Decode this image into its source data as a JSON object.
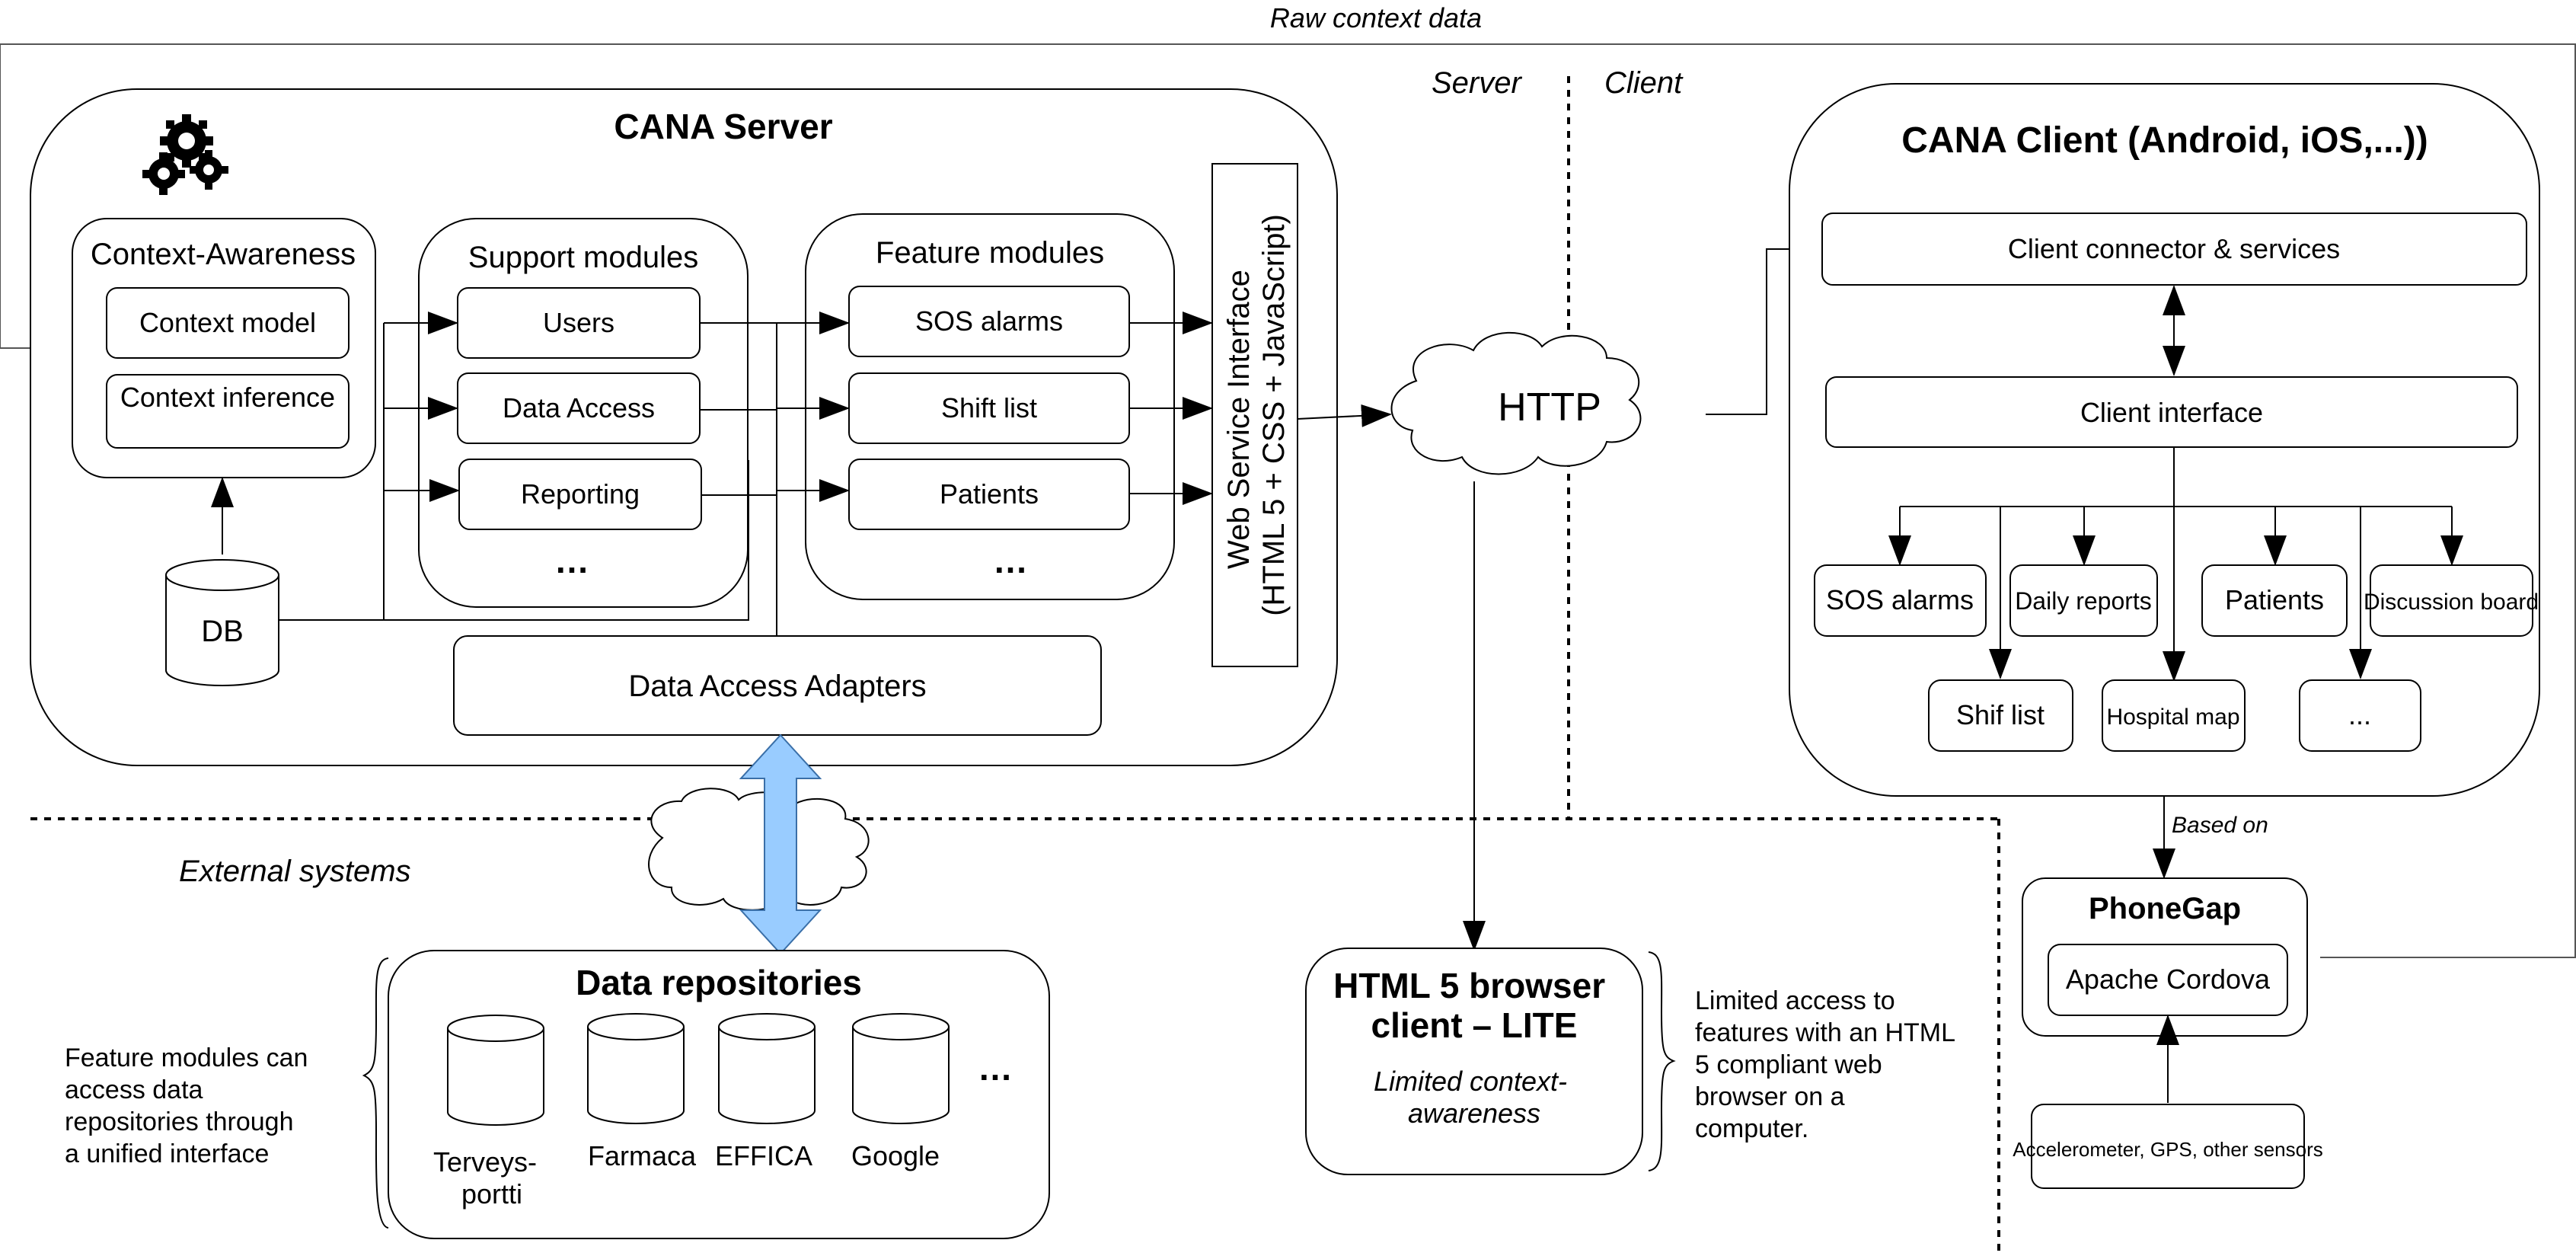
{
  "labels": {
    "raw_context": "Raw context data",
    "server": "Server",
    "client": "Client",
    "external_systems": "External systems",
    "based_on": "Based on"
  },
  "server": {
    "title": "CANA Server",
    "context_awareness": {
      "title": "Context-Awareness",
      "items": [
        "Context model",
        "Context inference"
      ]
    },
    "support_modules": {
      "title": "Support modules",
      "items": [
        "Users",
        "Data Access",
        "Reporting"
      ],
      "more": "…"
    },
    "feature_modules": {
      "title": "Feature modules",
      "items": [
        "SOS alarms",
        "Shift list",
        "Patients"
      ],
      "more": "…"
    },
    "db": "DB",
    "web_service": {
      "line1": "Web Service Interface",
      "line2": "(HTML 5 + CSS + JavaScript)"
    },
    "adapters": "Data Access Adapters"
  },
  "http": "HTTP",
  "client": {
    "title": "CANA Client (Android, iOS,...))",
    "connector": "Client connector & services",
    "interface": "Client interface",
    "modules": {
      "sos": "SOS alarms",
      "daily_reports": "Daily reports",
      "patients": "Patients",
      "discussion": "Discussion board",
      "shift": "Shif list",
      "hospital_map": "Hospital map",
      "more": "..."
    }
  },
  "phonegap": {
    "title": "PhoneGap",
    "cordova": "Apache Cordova",
    "sensors": "Accelerometer, GPS, other sensors"
  },
  "browser": {
    "title_line1": "HTML 5 browser",
    "title_line2": "client – LITE",
    "subtitle_line1": "Limited context-",
    "subtitle_line2": "awareness",
    "note": [
      "Limited access to",
      "features with an HTML",
      "5 compliant web",
      "browser on a",
      "computer."
    ]
  },
  "repositories": {
    "title": "Data repositories",
    "items": [
      "Terveys-",
      "portti",
      "Farmaca",
      "EFFICA",
      "Google"
    ],
    "more": "…",
    "note": [
      "Feature modules can",
      "access data",
      "repositories through",
      "a unified interface"
    ]
  },
  "colors": {
    "arrow_fill": "#99ccff",
    "arrow_stroke": "#3a6fa8"
  }
}
